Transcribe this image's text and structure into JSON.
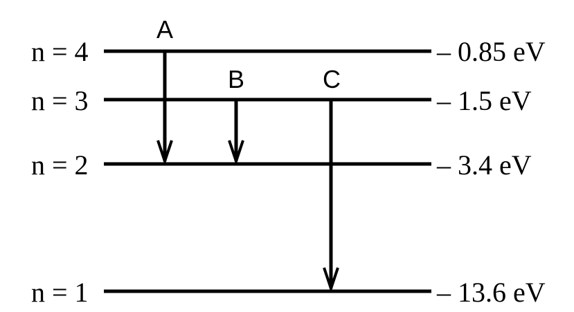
{
  "levels": [
    {
      "n_label": "n = 4",
      "energy_label": "– 0.85 eV"
    },
    {
      "n_label": "n = 3",
      "energy_label": "– 1.5 eV"
    },
    {
      "n_label": "n = 2",
      "energy_label": "– 3.4 eV"
    },
    {
      "n_label": "n = 1",
      "energy_label": "– 13.6 eV"
    }
  ],
  "transitions": [
    {
      "label": "A",
      "from": "n = 4",
      "to": "n = 2"
    },
    {
      "label": "B",
      "from": "n = 3",
      "to": "n = 2"
    },
    {
      "label": "C",
      "from": "n = 3",
      "to": "n = 1"
    }
  ],
  "colors": {
    "line": "#000000",
    "background": "#ffffff"
  }
}
